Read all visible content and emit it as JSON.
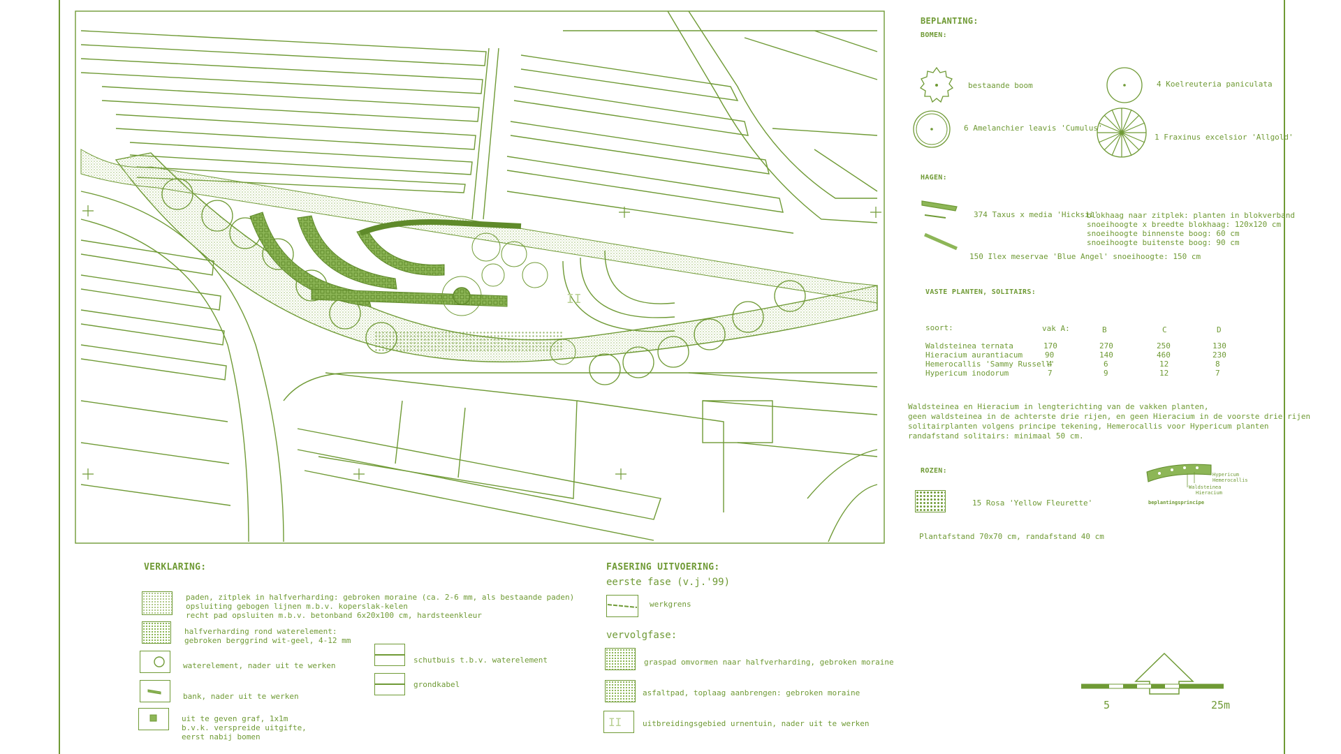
{
  "colors": {
    "line": "#6f9a35",
    "fill": "#8db657",
    "gravel": "#a9c47e",
    "background": "#ffffff"
  },
  "plan": {
    "phase2_label": "II"
  },
  "beplanting": {
    "title": "BEPLANTING:",
    "bomen_title": "BOMEN:",
    "bomen": [
      {
        "icon": "existing-tree-icon",
        "label": "bestaande boom"
      },
      {
        "icon": "koelreuteria-icon",
        "label": "4 Koelreuteria paniculata"
      },
      {
        "icon": "amelanchier-icon",
        "label": "6 Amelanchier leavis 'Cumulus'"
      },
      {
        "icon": "fraxinus-icon",
        "label": "1 Fraxinus excelsior 'Allgold'"
      }
    ],
    "hagen_title": "HAGEN:",
    "hagen": {
      "taxus": "374 Taxus x media 'Hicksii'",
      "taxus_desc": "blokhaag naar zitplek: planten in blokverband",
      "taxus_sizes": [
        "snoeihoogte x breedte blokhaag: 120x120 cm",
        "snoeihoogte binnenste boog: 60 cm",
        "snoeihoogte buitenste boog: 90 cm"
      ],
      "ilex": "150 Ilex meservae 'Blue Angel'  snoeihoogte: 150 cm"
    },
    "vaste_title": "VASTE PLANTEN, SOLITAIRS:",
    "table": {
      "header": [
        "soort:",
        "vak A:",
        "B",
        "C",
        "D"
      ],
      "rows": [
        [
          "Waldsteinea ternata",
          "170",
          "270",
          "250",
          "130"
        ],
        [
          "Hieracium aurantiacum",
          "90",
          "140",
          "460",
          "230"
        ],
        [
          "Hemerocallis 'Sammy Russell'",
          "4",
          "6",
          "12",
          "8"
        ],
        [
          "Hypericum inodorum",
          "7",
          "9",
          "12",
          "7"
        ]
      ]
    },
    "notes": [
      "Waldsteinea en Hieracium in lengterichting van de vakken planten,",
      "geen waldsteinea in de achterste drie rijen, en geen Hieracium in de voorste drie rijen",
      "solitairplanten volgens principe tekening, Hemerocallis voor Hypericum planten",
      "randafstand solitairs: minimaal 50 cm."
    ],
    "rozen_title": "ROZEN:",
    "rozen": "15 Rosa 'Yellow Fleurette'",
    "plantafstand": "Plantafstand 70x70 cm, randafstand 40 cm",
    "principle": {
      "labels": [
        "Hypericum",
        "Hemerocallis",
        "Waldsteinea",
        "Hieracium"
      ],
      "caption": "beplantingsprincipe"
    }
  },
  "verklaring": {
    "title": "VERKLARING:",
    "items": [
      {
        "lines": [
          "paden, zitplek in halfverharding: gebroken moraine (ca. 2-6 mm, als bestaande paden)",
          "opsluiting gebogen lijnen m.b.v. koperslak-kelen",
          "recht pad opsluiten m.b.v. betonband 6x20x100 cm, hardsteenkleur"
        ]
      },
      {
        "lines": [
          "halfverharding rond waterelement:",
          "gebroken berggrind wit-geel, 4-12 mm"
        ]
      },
      {
        "lines": [
          "waterelement, nader uit te werken"
        ]
      },
      {
        "lines": [
          "bank, nader uit te werken"
        ]
      },
      {
        "lines": [
          "uit te geven graf, 1x1m",
          "b.v.k. verspreide uitgifte,",
          "eerst nabij bomen"
        ]
      }
    ],
    "items_right": [
      "schutbuis t.b.v. waterelement",
      "grondkabel"
    ]
  },
  "fasering": {
    "title": "FASERING UITVOERING:",
    "eerste": "eerste fase (v.j.'99)",
    "werkgrens": "werkgrens",
    "vervolg": "vervolgfase:",
    "items": [
      "graspad omvormen naar halfverharding, gebroken moraine",
      "asfaltpad, toplaag aanbrengen: gebroken moraine",
      "uitbreidingsgebied urnentuin, nader uit te werken"
    ],
    "phase_symbol": "II"
  },
  "scale": {
    "label_left": "5",
    "label_right": "25m"
  }
}
